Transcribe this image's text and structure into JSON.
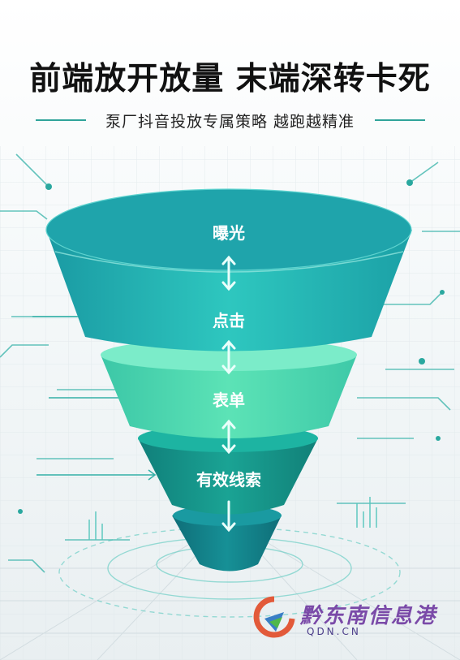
{
  "title": "前端放开放量 末端深转卡死",
  "subtitle": "泵厂抖音投放专属策略 越跑越精准",
  "funnel": {
    "stages": [
      {
        "label": "曝光"
      },
      {
        "label": "点击"
      },
      {
        "label": "表单"
      },
      {
        "label": "有效线索"
      }
    ]
  },
  "watermark": {
    "name": "黔东南信息港",
    "url": "QDN.CN"
  },
  "colors": {
    "teal_top": "#27b3b6",
    "teal_mid": "#25c4bc",
    "mint": "#52dcb0",
    "deep_teal": "#169489",
    "dark_teal": "#137d86",
    "accent_line": "#2fa49a"
  }
}
